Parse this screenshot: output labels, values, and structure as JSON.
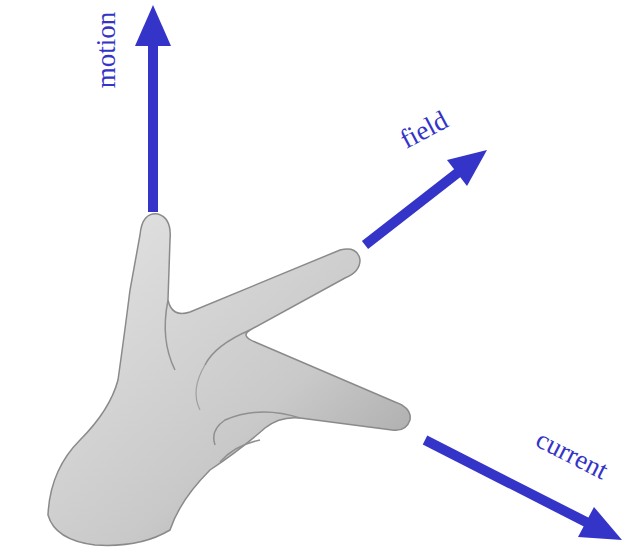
{
  "diagram": {
    "labels": [
      "motion",
      "field",
      "current"
    ]
  }
}
